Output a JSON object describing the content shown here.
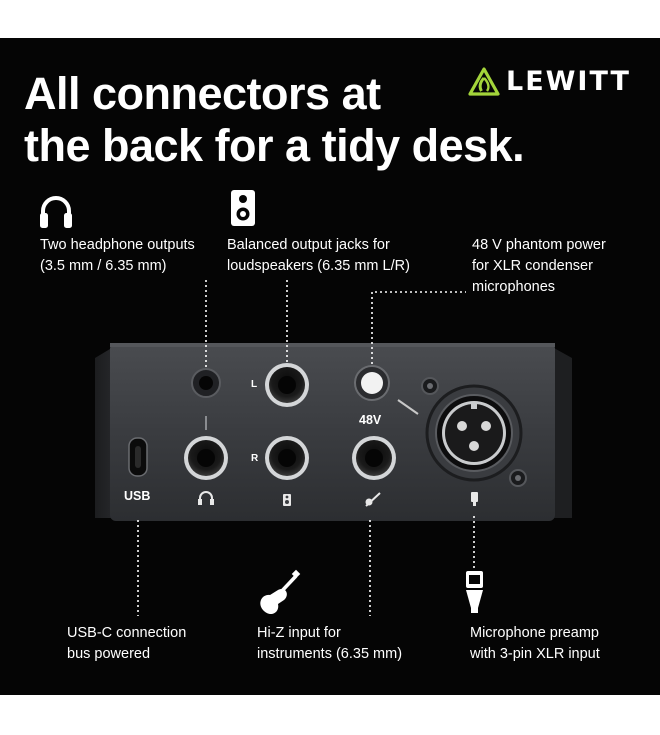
{
  "headline": {
    "line1": "All connectors at",
    "line2": "the back for a tidy desk."
  },
  "brand": {
    "name": "LEWITT",
    "color": "#a3d43a",
    "icon": "lewitt-logo-icon"
  },
  "callouts": {
    "headphone": {
      "icon": "headphones-icon",
      "line1": "Two headphone outputs",
      "line2": "(3.5 mm / 6.35 mm)"
    },
    "balanced": {
      "icon": "speaker-icon",
      "line1": "Balanced output jacks for",
      "line2": "loudspeakers (6.35 mm L/R)"
    },
    "phantom": {
      "line1": "48 V phantom power",
      "line2": "for XLR condenser",
      "line3": "microphones"
    },
    "usb": {
      "line1": "USB-C connection",
      "line2": "bus powered"
    },
    "hiz": {
      "icon": "guitar-icon",
      "line1": "Hi-Z input for",
      "line2": "instruments (6.35 mm)"
    },
    "mic": {
      "icon": "microphone-icon",
      "line1": "Microphone preamp",
      "line2": "with 3-pin XLR input"
    }
  },
  "device": {
    "usb_label": "USB",
    "phantom_label": "48V",
    "left_label": "L",
    "right_label": "R"
  }
}
